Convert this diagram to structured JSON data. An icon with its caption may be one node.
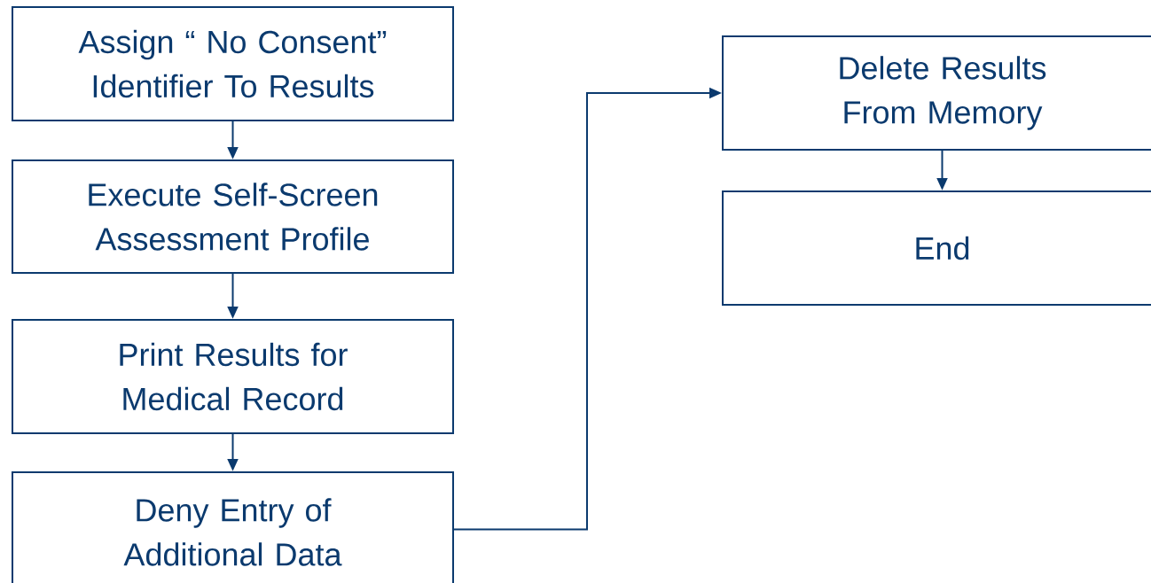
{
  "diagram": {
    "nodes": [
      {
        "text": [
          "Assign “ No Consent” Identifier To Results"
        ]
      },
      {
        "text": [
          "Execute Self-Screen Assessment Profile"
        ]
      },
      {
        "text": [
          "Print Results for Medical Record"
        ]
      },
      {
        "text": [
          "Deny Entry of Additional Data"
        ]
      },
      {
        "text": [
          "Delete Results From Memory"
        ]
      },
      {
        "text": [
          "End"
        ]
      }
    ],
    "edges": [
      {
        "from": 0,
        "to": 1,
        "arrow": "to"
      },
      {
        "from": 1,
        "to": 2,
        "arrow": "to"
      },
      {
        "from": 2,
        "to": 3,
        "arrow": "to"
      },
      {
        "from": 3,
        "to": 4,
        "arrow": "to"
      },
      {
        "from": 4,
        "to": 5,
        "arrow": "to"
      }
    ]
  }
}
